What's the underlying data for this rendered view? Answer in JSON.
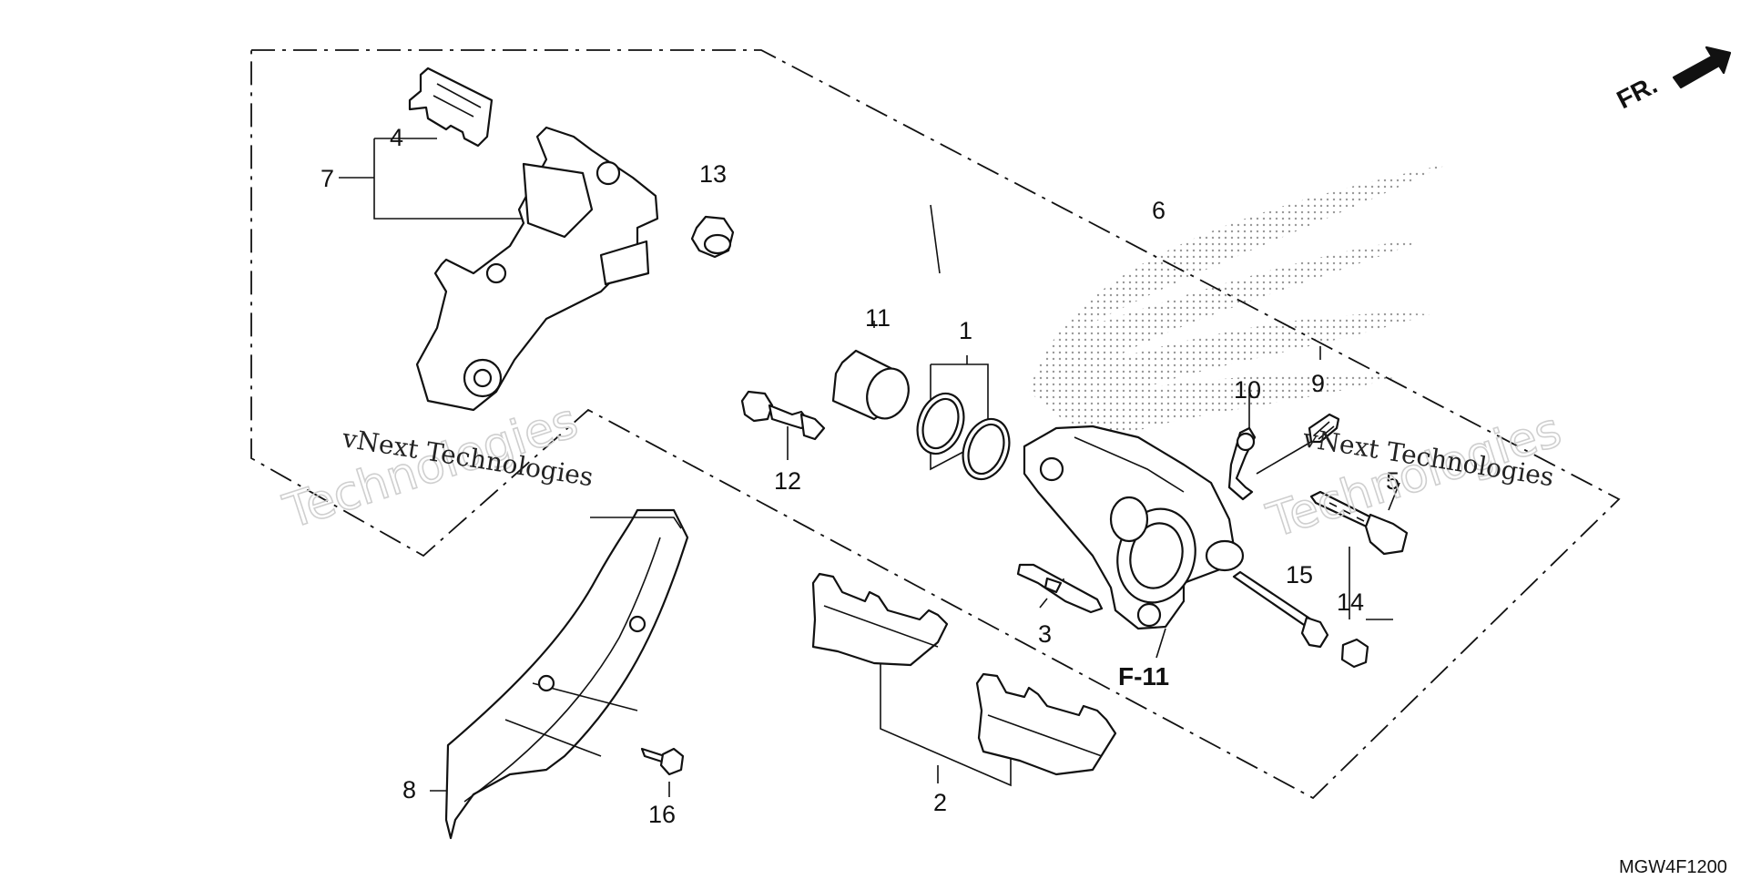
{
  "diagram": {
    "part_numbers": [
      "1",
      "2",
      "3",
      "4",
      "5",
      "6",
      "7",
      "8",
      "9",
      "10",
      "11",
      "12",
      "13",
      "14",
      "15",
      "16"
    ],
    "reference_label": "F-11",
    "direction_label": "FR.",
    "diagram_code": "MGW4F1200",
    "watermarks": [
      {
        "line1": "vNext Technologies",
        "line2": "Technologies"
      },
      {
        "line1": "vNext Technologies",
        "line2": "Technologies"
      }
    ],
    "colors": {
      "ink": "#111111",
      "paper": "#ffffff",
      "watermark": "#cfcfcf"
    }
  }
}
